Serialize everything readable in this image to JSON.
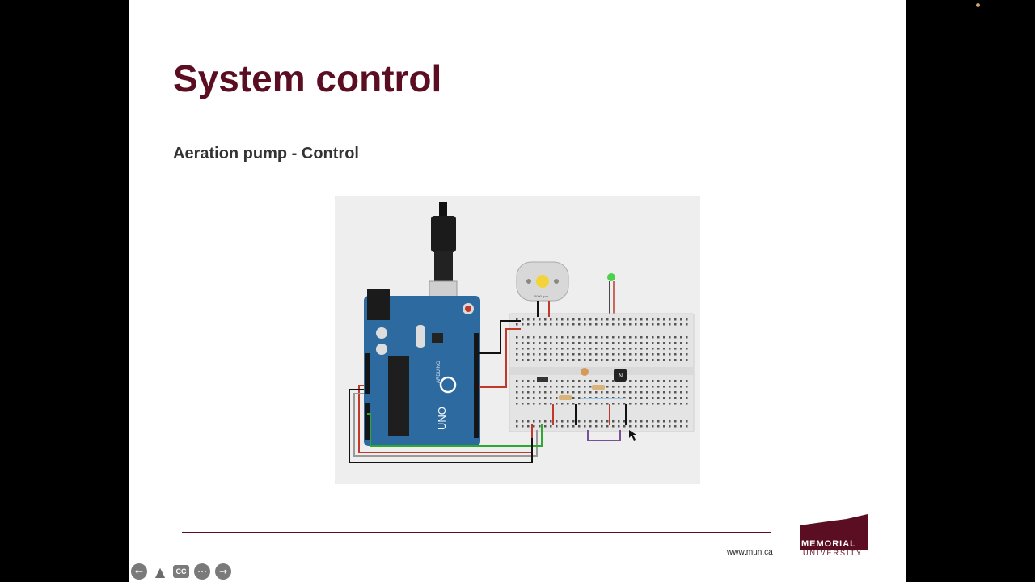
{
  "slide": {
    "title": "System control",
    "subtitle": "Aeration pump - Control",
    "footer_url": "www.mun.ca",
    "logo_line1": "MEMORIAL",
    "logo_line2": "UNIVERSITY"
  },
  "diagram": {
    "motor_label": "5000 rpm",
    "board_logo": "UNO",
    "transistor_label": "N",
    "arduino_brand": "ARDUINO"
  },
  "player_controls": {
    "prev_icon": "arrow-left-icon",
    "outline_icon": "triangle-icon",
    "captions_label": "CC",
    "more_icon": "ellipsis-icon",
    "next_icon": "arrow-right-icon"
  },
  "colors": {
    "title": "#5b0d22",
    "accent": "#5b0d22",
    "board": "#2c6aa0"
  }
}
